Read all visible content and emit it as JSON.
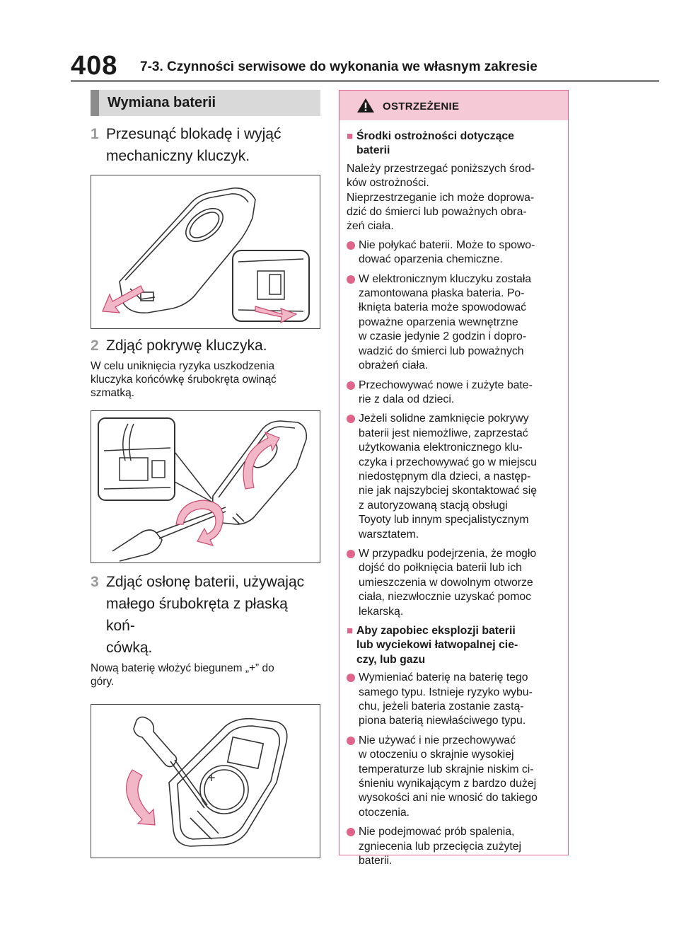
{
  "header": {
    "page_number": "408",
    "chapter_title": "7-3. Czynności serwisowe do wykonania we własnym zakresie"
  },
  "section": {
    "title": "Wymiana baterii"
  },
  "steps": [
    {
      "num": "1",
      "lines": [
        "Przesunąć blokadę i wyjąć",
        "mechaniczny kluczyk."
      ],
      "note": []
    },
    {
      "num": "2",
      "lines": [
        "Zdjąć pokrywę kluczyka."
      ],
      "note": [
        "W celu uniknięcia ryzyka uszkodzenia",
        "kluczyka końcówkę śrubokręta owinąć",
        "szmatką."
      ]
    },
    {
      "num": "3",
      "lines": [
        "Zdjąć osłonę baterii, używając",
        "małego śrubokręta z płaską koń-",
        "cówką."
      ],
      "note": [
        "Nową baterię włożyć biegunem „+” do",
        "góry."
      ]
    }
  ],
  "figures": {
    "battery_plus_sign": "+"
  },
  "warning": {
    "heading": "OSTRZEŻENIE",
    "sub1": [
      "Środki ostrożności dotyczące",
      "baterii"
    ],
    "intro": [
      "Należy przestrzegać poniższych środ-",
      "ków ostrożności.",
      "Nieprzestrzeganie ich może doprowa-",
      "dzić do śmierci lub poważnych obra-",
      "żeń ciała."
    ],
    "items1": [
      [
        "Nie połykać baterii. Może to spowo-",
        "dować oparzenia chemiczne."
      ],
      [
        "W elektronicznym kluczyku została",
        "zamontowana płaska bateria. Po-",
        "łknięta bateria może spowodować",
        "poważne oparzenia wewnętrzne",
        "w czasie jedynie 2 godzin i dopro-",
        "wadzić do śmierci lub poważnych",
        "obrażeń ciała."
      ],
      [
        "Przechowywać nowe i zużyte bate-",
        "rie z dala od dzieci."
      ],
      [
        "Jeżeli solidne zamknięcie pokrywy",
        "baterii jest niemożliwe, zaprzestać",
        "użytkowania elektronicznego klu-",
        "czyka i przechowywać go w miejscu",
        "niedostępnym dla dzieci, a następ-",
        "nie jak najszybciej skontaktować się",
        "z autoryzowaną stacją obsługi",
        "Toyoty lub innym specjalistycznym",
        "warsztatem."
      ],
      [
        "W przypadku podejrzenia, że mogło",
        "dojść do połknięcia baterii lub ich",
        "umieszczenia w dowolnym otworze",
        "ciała, niezwłocznie uzyskać pomoc",
        "lekarską."
      ]
    ],
    "sub2": [
      "Aby zapobiec eksplozji baterii",
      "lub wyciekowi łatwopalnej cie-",
      "czy, lub gazu"
    ],
    "items2": [
      [
        "Wymieniać baterię na baterię tego",
        "samego typu. Istnieje ryzyko wybu-",
        "chu, jeżeli bateria zostanie zastą-",
        "piona baterią niewłaściwego typu."
      ],
      [
        "Nie używać i nie przechowywać",
        "w otoczeniu o skrajnie wysokiej",
        "temperaturze lub skrajnie niskim ci-",
        "śnieniu wynikającym z bardzo dużej",
        "wysokości ani nie wnosić do takiego",
        "otoczenia."
      ],
      [
        "Nie podejmować prób spalenia,",
        "zgniecenia lub przecięcia zużytej",
        "baterii."
      ]
    ]
  }
}
